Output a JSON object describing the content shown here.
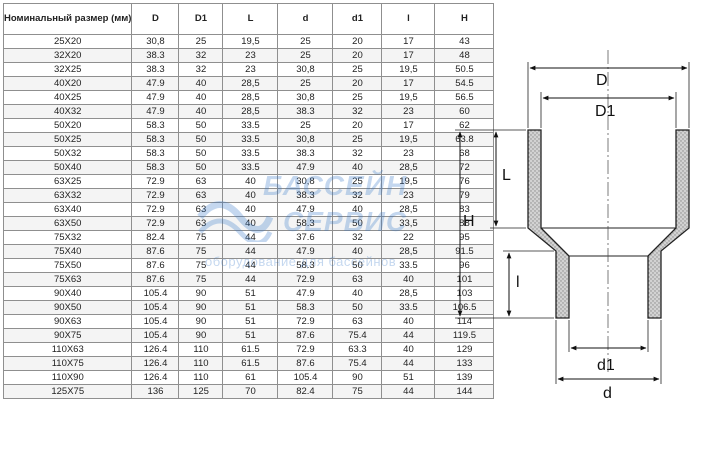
{
  "table": {
    "headers": [
      "Номинальный размер (мм)",
      "D",
      "D1",
      "L",
      "d",
      "d1",
      "l",
      "H"
    ],
    "rows": [
      [
        "25X20",
        "30,8",
        "25",
        "19,5",
        "25",
        "20",
        "17",
        "43"
      ],
      [
        "32X20",
        "38.3",
        "32",
        "23",
        "25",
        "20",
        "17",
        "48"
      ],
      [
        "32X25",
        "38.3",
        "32",
        "23",
        "30,8",
        "25",
        "19,5",
        "50.5"
      ],
      [
        "40X20",
        "47.9",
        "40",
        "28,5",
        "25",
        "20",
        "17",
        "54.5"
      ],
      [
        "40X25",
        "47.9",
        "40",
        "28,5",
        "30,8",
        "25",
        "19,5",
        "56.5"
      ],
      [
        "40X32",
        "47.9",
        "40",
        "28,5",
        "38.3",
        "32",
        "23",
        "60"
      ],
      [
        "50X20",
        "58.3",
        "50",
        "33.5",
        "25",
        "20",
        "17",
        "62"
      ],
      [
        "50X25",
        "58.3",
        "50",
        "33.5",
        "30,8",
        "25",
        "19,5",
        "63.8"
      ],
      [
        "50X32",
        "58.3",
        "50",
        "33.5",
        "38.3",
        "32",
        "23",
        "68"
      ],
      [
        "50X40",
        "58.3",
        "50",
        "33.5",
        "47.9",
        "40",
        "28,5",
        "72"
      ],
      [
        "63X25",
        "72.9",
        "63",
        "40",
        "30,8",
        "25",
        "19,5",
        "76"
      ],
      [
        "63X32",
        "72.9",
        "63",
        "40",
        "38.3",
        "32",
        "23",
        "79"
      ],
      [
        "63X40",
        "72.9",
        "63",
        "40",
        "47.9",
        "40",
        "28,5",
        "83"
      ],
      [
        "63X50",
        "72.9",
        "63",
        "40",
        "58.3",
        "50",
        "33,5",
        "88"
      ],
      [
        "75X32",
        "82.4",
        "75",
        "44",
        "37.6",
        "32",
        "22",
        "95"
      ],
      [
        "75X40",
        "87.6",
        "75",
        "44",
        "47.9",
        "40",
        "28,5",
        "91.5"
      ],
      [
        "75X50",
        "87.6",
        "75",
        "44",
        "58.3",
        "50",
        "33.5",
        "96"
      ],
      [
        "75X63",
        "87.6",
        "75",
        "44",
        "72.9",
        "63",
        "40",
        "101"
      ],
      [
        "90X40",
        "105.4",
        "90",
        "51",
        "47.9",
        "40",
        "28,5",
        "103"
      ],
      [
        "90X50",
        "105.4",
        "90",
        "51",
        "58.3",
        "50",
        "33.5",
        "106.5"
      ],
      [
        "90X63",
        "105.4",
        "90",
        "51",
        "72.9",
        "63",
        "40",
        "114"
      ],
      [
        "90X75",
        "105.4",
        "90",
        "51",
        "87.6",
        "75.4",
        "44",
        "119.5"
      ],
      [
        "110X63",
        "126.4",
        "110",
        "61.5",
        "72.9",
        "63.3",
        "40",
        "129"
      ],
      [
        "110X75",
        "126.4",
        "110",
        "61.5",
        "87.6",
        "75.4",
        "44",
        "133"
      ],
      [
        "110X90",
        "126.4",
        "110",
        "61",
        "105.4",
        "90",
        "51",
        "139"
      ],
      [
        "125X75",
        "136",
        "125",
        "70",
        "82.4",
        "75",
        "44",
        "144"
      ]
    ]
  },
  "watermark": {
    "line1": "БАССЕЙН",
    "line2": "СЕРВИС",
    "subtitle": "оборудование для бассейнов"
  },
  "drawing": {
    "labels": {
      "D": "D",
      "D1": "D1",
      "L": "L",
      "H": "H",
      "l": "l",
      "d1": "d1",
      "d": "d"
    },
    "colors": {
      "line": "#222222",
      "wall_fill": "#c8c8c8"
    }
  }
}
